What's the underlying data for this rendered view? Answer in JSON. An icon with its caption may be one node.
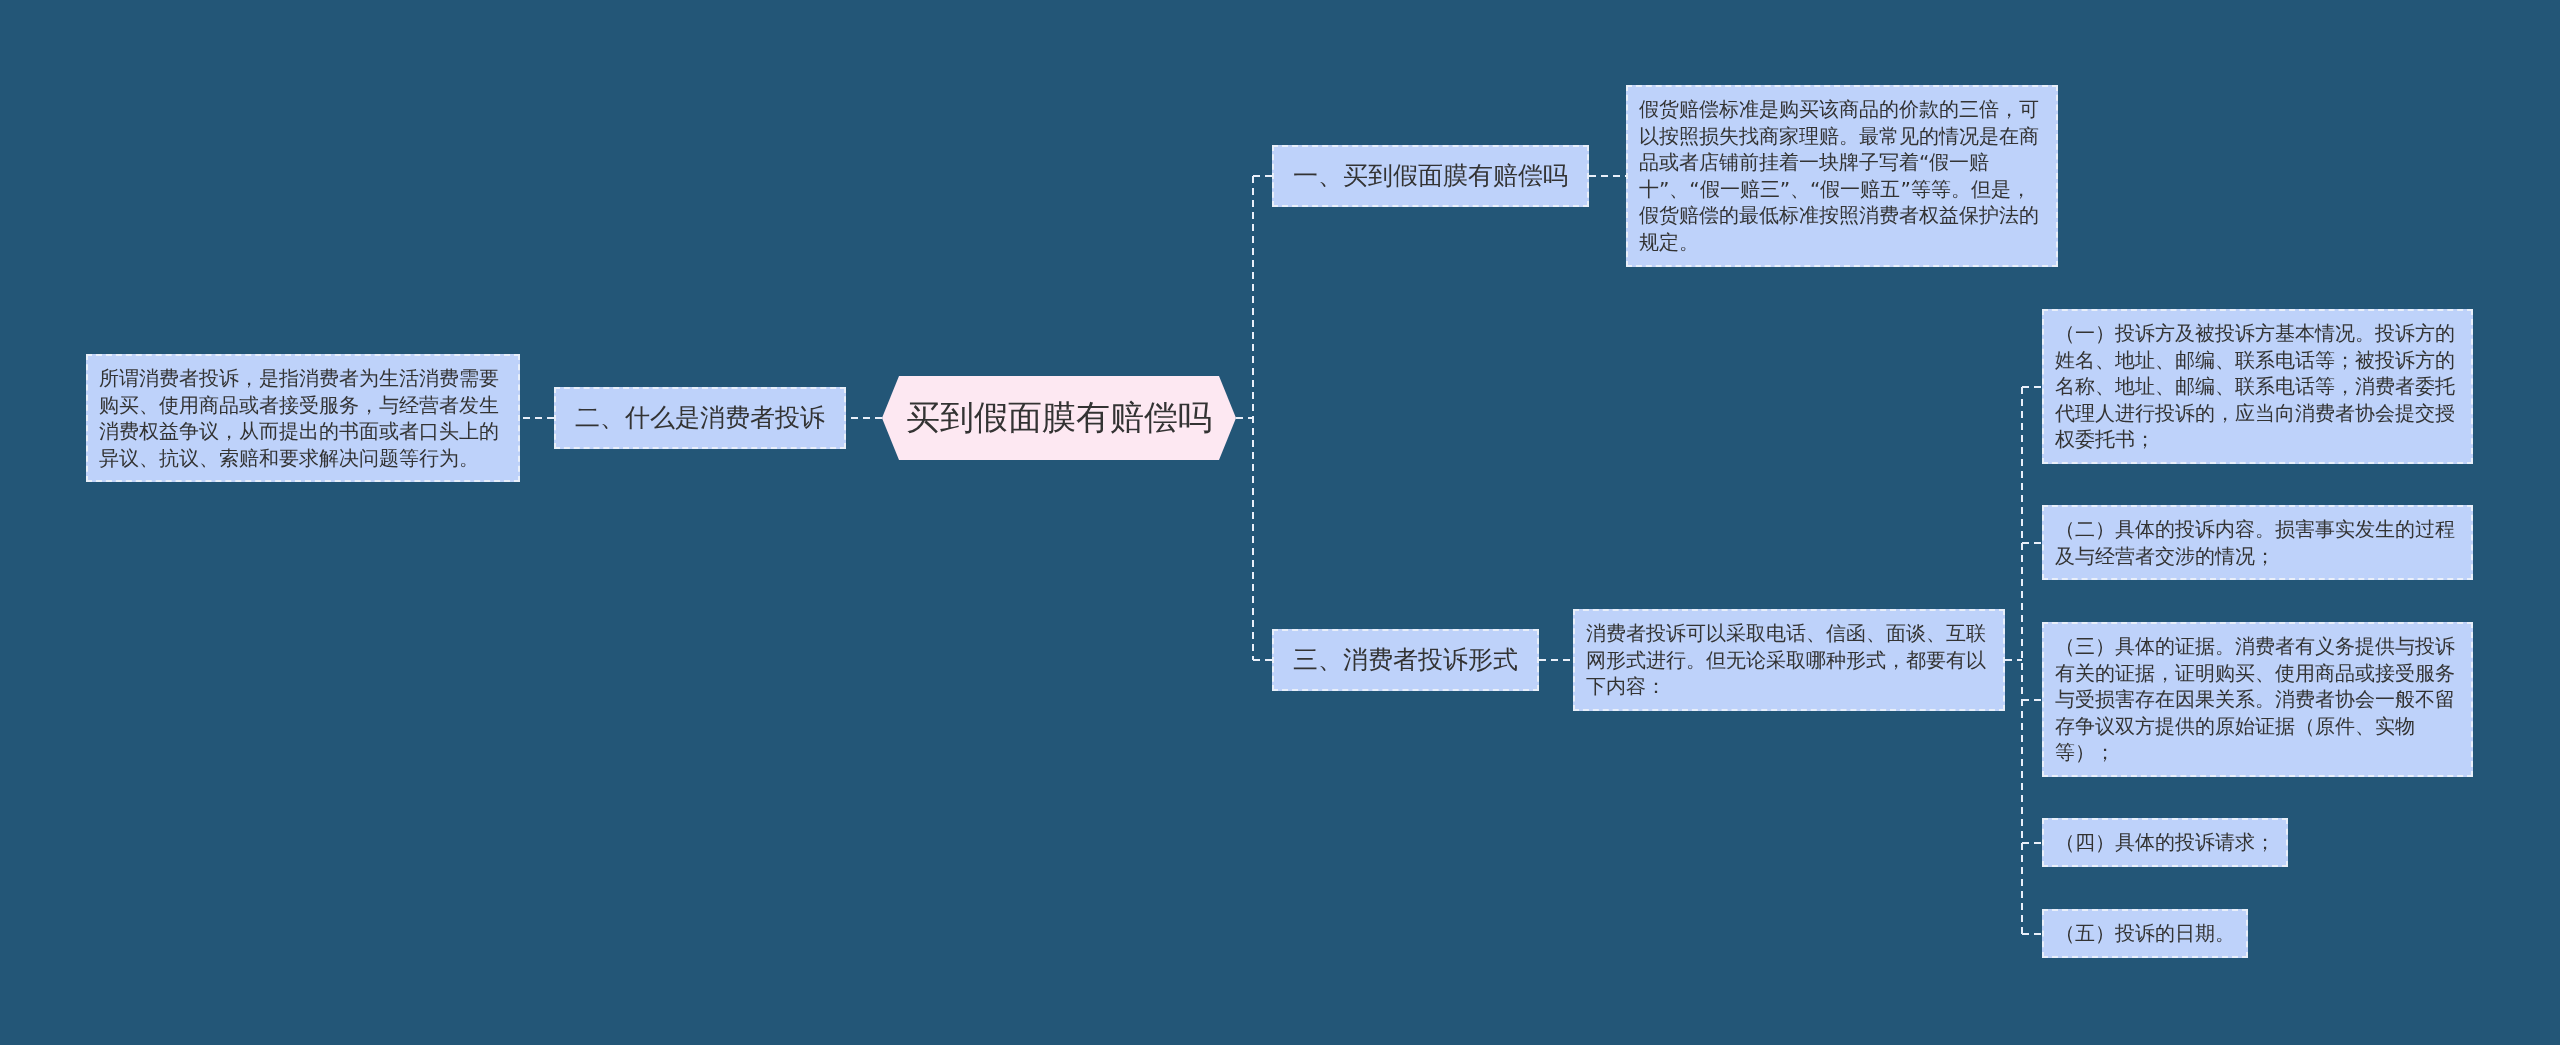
{
  "diagram": {
    "nodes": [
      {
        "text": [
          "买到假面膜有赔偿吗"
        ]
      },
      {
        "text": [
          "一、买到假面膜有赔偿吗"
        ]
      },
      {
        "text": [
          "假货赔偿标准是购买该商品的价款的三倍，可以按照损失找商家理赔。最常见的情况是在商品或者店铺前挂着一块牌子写着“假一赔十”、“假一赔三”、“假一赔五”等等。但是，假货赔偿的最低标准按照消费者权益保护法的规定。"
        ]
      },
      {
        "text": [
          "二、什么是消费者投诉"
        ]
      },
      {
        "text": [
          "所谓消费者投诉，是指消费者为生活消费需要购买、使用商品或者接受服务，与经营者发生消费权益争议，从而提出的书面或者口头上的异议、抗议、索赔和要求解决问题等行为。"
        ]
      },
      {
        "text": [
          "三、消费者投诉形式"
        ]
      },
      {
        "text": [
          "消费者投诉可以采取电话、信函、面谈、互联网形式进行。但无论采取哪种形式，都要有以下内容："
        ]
      },
      {
        "text": [
          "（一）投诉方及被投诉方基本情况。投诉方的姓名、地址、邮编、联系电话等；被投诉方的名称、地址、邮编、联系电话等，消费者委托代理人进行投诉的，应当向消费者协会提交授权委托书；"
        ]
      },
      {
        "text": [
          "（二）具体的投诉内容。损害事实发生的过程及与经营者交涉的情况；"
        ]
      },
      {
        "text": [
          "（三）具体的证据。消费者有义务提供与投诉有关的证据，证明购买、使用商品或接受服务与受损害存在因果关系。消费者协会一般不留存争议双方提供的原始证据（原件、实物等）；"
        ]
      },
      {
        "text": [
          "（四）具体的投诉请求；"
        ]
      },
      {
        "text": [
          "（五）投诉的日期。"
        ]
      }
    ],
    "edges": [
      {
        "from": 0,
        "to": 1,
        "arrow": "none"
      },
      {
        "from": 1,
        "to": 2,
        "arrow": "none"
      },
      {
        "from": 0,
        "to": 3,
        "arrow": "none"
      },
      {
        "from": 3,
        "to": 4,
        "arrow": "none"
      },
      {
        "from": 0,
        "to": 5,
        "arrow": "none"
      },
      {
        "from": 5,
        "to": 6,
        "arrow": "none"
      },
      {
        "from": 6,
        "to": 7,
        "arrow": "none"
      },
      {
        "from": 6,
        "to": 8,
        "arrow": "none"
      },
      {
        "from": 6,
        "to": 9,
        "arrow": "none"
      },
      {
        "from": 6,
        "to": 10,
        "arrow": "none"
      },
      {
        "from": 6,
        "to": 11,
        "arrow": "none"
      }
    ]
  }
}
